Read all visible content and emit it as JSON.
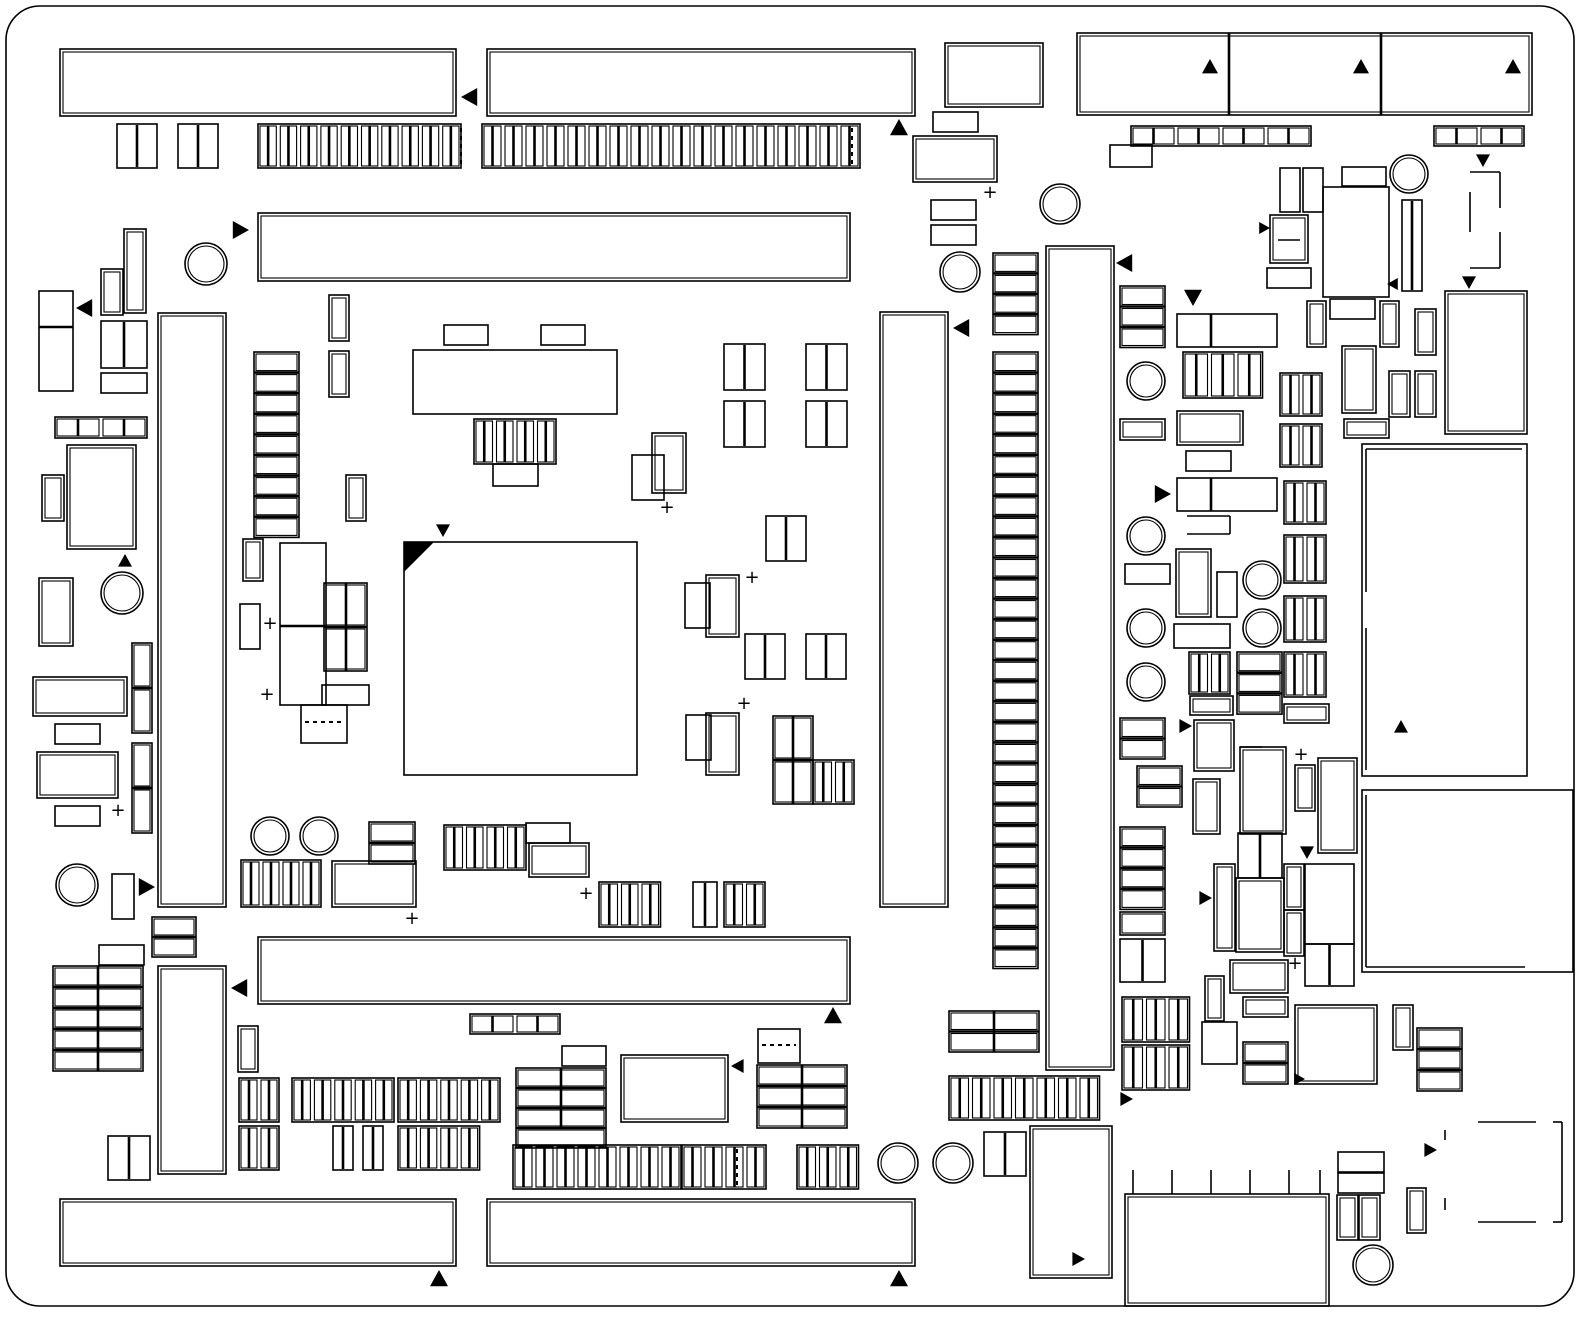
{
  "diagram": {
    "kind": "pcb-silkscreen-layout",
    "ink_color": "#000000",
    "background_color": "#ffffff",
    "printed_text": [],
    "polarity_mark": "+",
    "pin1_indicator": "filled-triangle",
    "pin_marker": "filled-triangle"
  }
}
